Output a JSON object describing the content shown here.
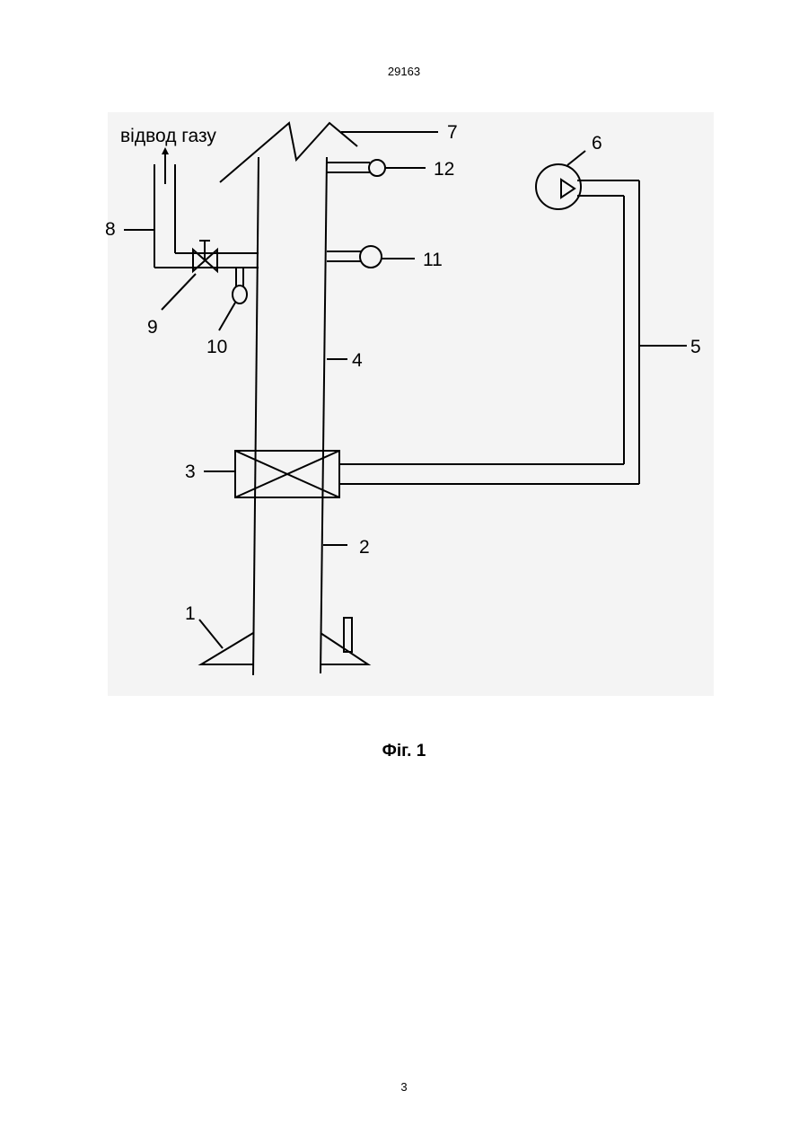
{
  "header": {
    "doc_number": "29163"
  },
  "figure": {
    "caption": "Фіг. 1",
    "gas_label": "відвод газу",
    "labels": {
      "l1": "1",
      "l2": "2",
      "l3": "3",
      "l4": "4",
      "l5": "5",
      "l6": "6",
      "l7": "7",
      "l8": "8",
      "l9": "9",
      "l10": "10",
      "l11": "11",
      "l12": "12"
    }
  },
  "footer": {
    "page_number": "3"
  }
}
